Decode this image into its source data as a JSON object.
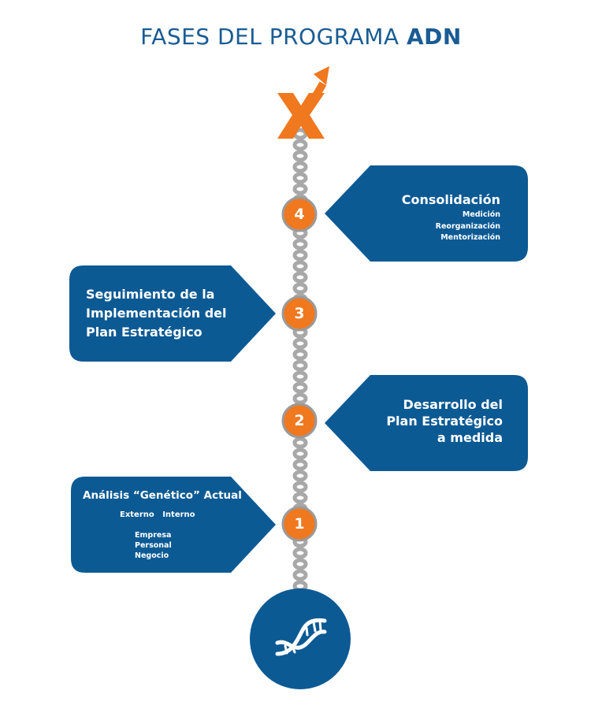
{
  "title": {
    "prefix": "FASES DEL PROGRAMA",
    "emphasis": "ADN"
  },
  "colors": {
    "blue": "#0c5a94",
    "orange": "#f0781e",
    "chain": "#a8a8a8"
  },
  "icons": {
    "top": "arrow-x-icon",
    "bottom": "dna-icon"
  },
  "phases": [
    {
      "number": "1",
      "title": "Análisis “Genético” Actual",
      "columns": "Externo   Interno",
      "items": "Empresa\nPersonal\nNegocio"
    },
    {
      "number": "2",
      "title": "Desarrollo del\nPlan Estratégico\na medida"
    },
    {
      "number": "3",
      "title": "Seguimiento de la\nImplementación del\nPlan Estratégico"
    },
    {
      "number": "4",
      "title": "Consolidación",
      "items": "Medición\nReorganización\nMentorización"
    }
  ]
}
